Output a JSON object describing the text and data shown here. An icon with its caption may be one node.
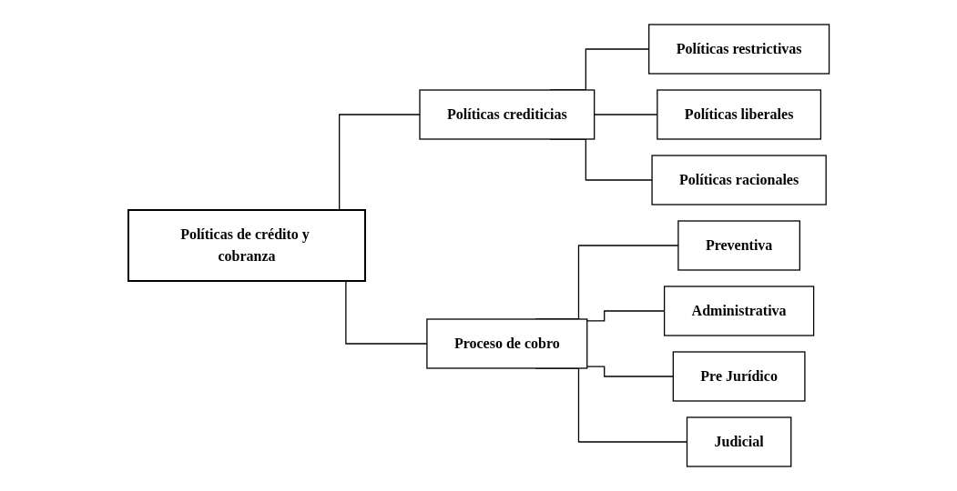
{
  "diagram": {
    "nodes": [
      {
        "text": [
          "Políticas de crédito y cobranza"
        ]
      },
      {
        "text": [
          "Políticas crediticias"
        ]
      },
      {
        "text": [
          "Políticas restrictivas"
        ]
      },
      {
        "text": [
          "Políticas liberales"
        ]
      },
      {
        "text": [
          "Políticas racionales"
        ]
      },
      {
        "text": [
          "Proceso de cobro"
        ]
      },
      {
        "text": [
          "Preventiva"
        ]
      },
      {
        "text": [
          "Administrativa"
        ]
      },
      {
        "text": [
          "Pre Jurídico"
        ]
      },
      {
        "text": [
          "Judicial"
        ]
      }
    ],
    "edges": [
      {
        "from": 0,
        "to": 1,
        "arrow": "none"
      },
      {
        "from": 0,
        "to": 5,
        "arrow": "none"
      },
      {
        "from": 1,
        "to": 2,
        "arrow": "none"
      },
      {
        "from": 1,
        "to": 3,
        "arrow": "none"
      },
      {
        "from": 1,
        "to": 4,
        "arrow": "none"
      },
      {
        "from": 5,
        "to": 6,
        "arrow": "none"
      },
      {
        "from": 5,
        "to": 7,
        "arrow": "none"
      },
      {
        "from": 5,
        "to": 8,
        "arrow": "none"
      },
      {
        "from": 5,
        "to": 9,
        "arrow": "none"
      }
    ]
  }
}
